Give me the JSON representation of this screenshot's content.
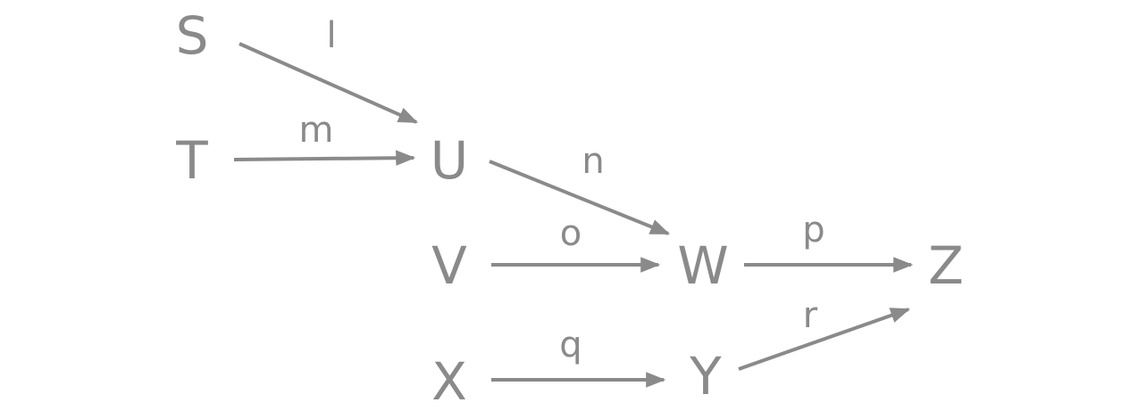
{
  "diagram": {
    "colors": {
      "ink": "#8a8a8a",
      "background": "#ffffff"
    },
    "nodes": [
      {
        "id": "S",
        "label": "S"
      },
      {
        "id": "T",
        "label": "T"
      },
      {
        "id": "U",
        "label": "U"
      },
      {
        "id": "V",
        "label": "V"
      },
      {
        "id": "W",
        "label": "W"
      },
      {
        "id": "X",
        "label": "X"
      },
      {
        "id": "Y",
        "label": "Y"
      },
      {
        "id": "Z",
        "label": "Z"
      }
    ],
    "edges": [
      {
        "from": "S",
        "to": "U",
        "label": "l"
      },
      {
        "from": "T",
        "to": "U",
        "label": "m"
      },
      {
        "from": "U",
        "to": "W",
        "label": "n"
      },
      {
        "from": "V",
        "to": "W",
        "label": "o"
      },
      {
        "from": "W",
        "to": "Z",
        "label": "p"
      },
      {
        "from": "X",
        "to": "Y",
        "label": "q"
      },
      {
        "from": "Y",
        "to": "Z",
        "label": "r"
      }
    ]
  }
}
